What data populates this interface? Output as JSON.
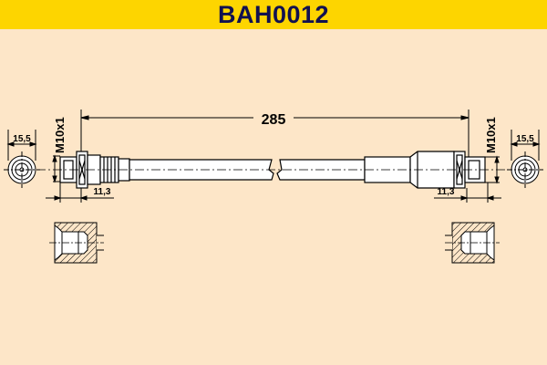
{
  "header": {
    "part_number": "BAH0012",
    "background_color": "#fdd500",
    "text_color": "#111150"
  },
  "drawing": {
    "background_color": "#fde6c8",
    "overall_length": "285",
    "left_end": {
      "thread": "M10x1",
      "width_across": "15,5",
      "fitting_length": "11,3"
    },
    "right_end": {
      "thread": "M10x1",
      "width_across": "15,5",
      "fitting_length": "11,3"
    }
  }
}
